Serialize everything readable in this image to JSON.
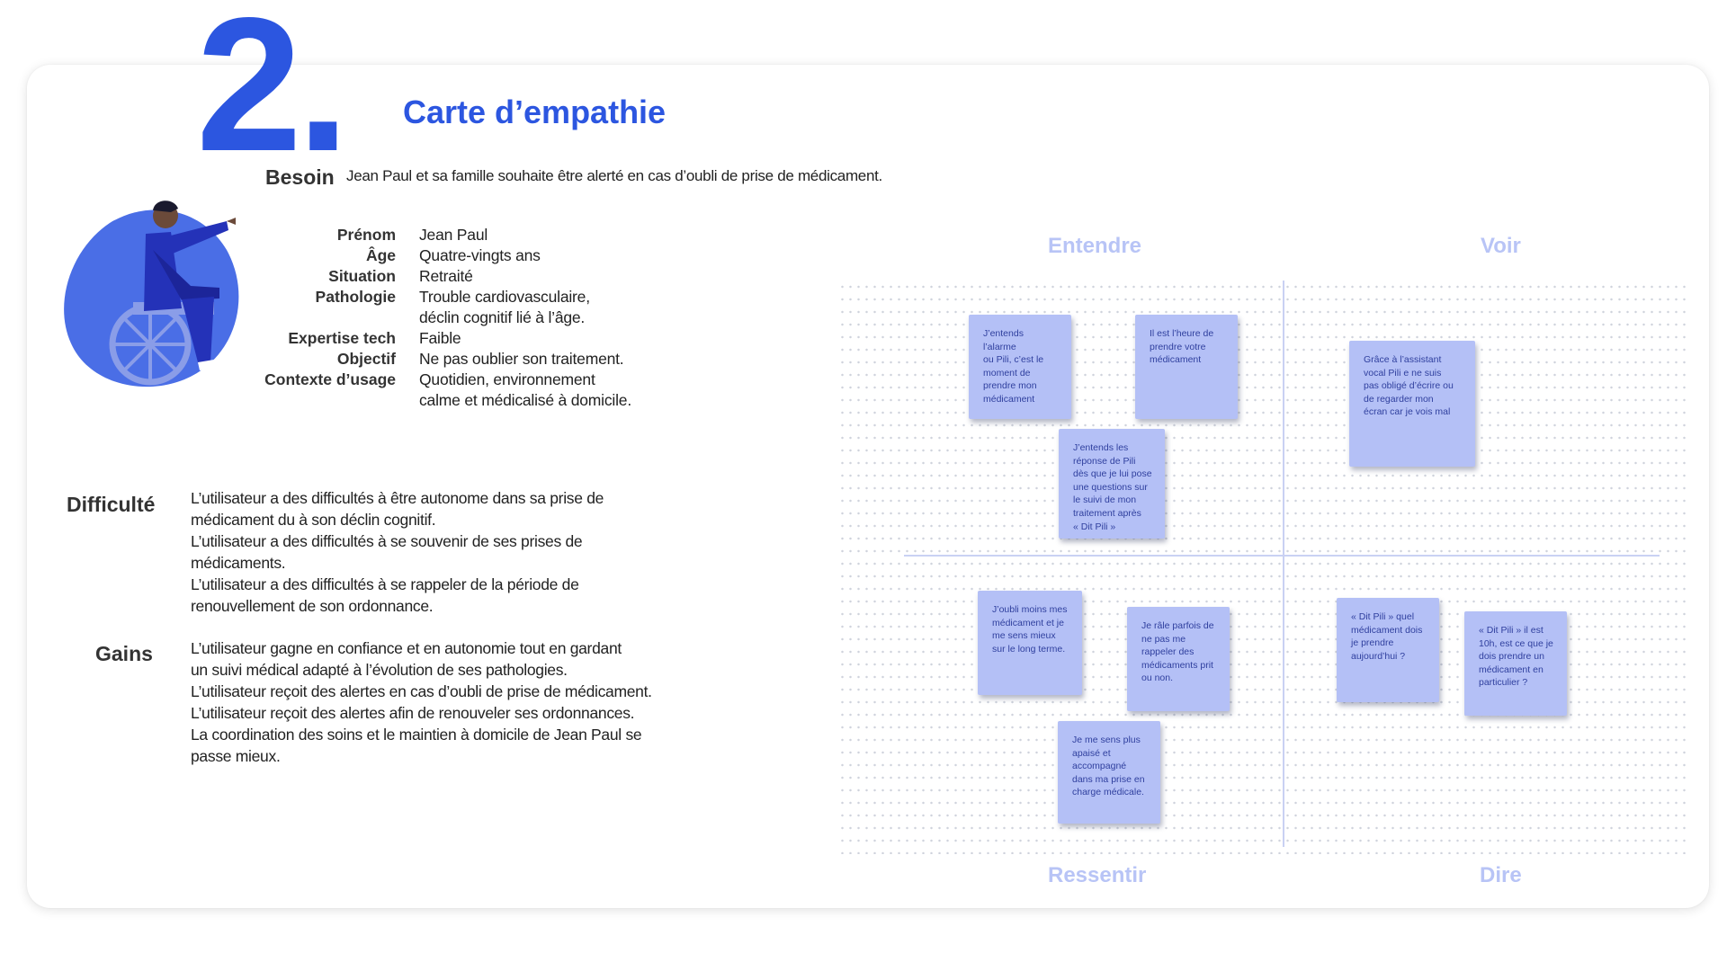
{
  "header": {
    "number": "2.",
    "title": "Carte d’empathie"
  },
  "besoin": {
    "label": "Besoin",
    "text": "Jean Paul et sa famille souhaite être alerté en cas d’oubli de prise de médicament."
  },
  "profile": [
    {
      "key": "Prénom",
      "value": "Jean Paul"
    },
    {
      "key": "Âge",
      "value": "Quatre-vingts ans"
    },
    {
      "key": "Situation",
      "value": "Retraité"
    },
    {
      "key": "Pathologie",
      "value": "Trouble cardiovasculaire,"
    },
    {
      "key": "",
      "value": "déclin cognitif lié à l’âge."
    },
    {
      "key": "Expertise tech",
      "value": "Faible"
    },
    {
      "key": "Objectif",
      "value": "Ne pas oublier son traitement."
    },
    {
      "key": "Contexte d’usage",
      "value": "Quotidien, environnement"
    },
    {
      "key": "",
      "value": "calme et médicalisé à domicile."
    }
  ],
  "difficulte": {
    "label": "Difficulté",
    "lines": [
      "L’utilisateur a des difficultés à être autonome dans sa prise de",
      "médicament du à  son déclin cognitif.",
      "L’utilisateur a des difficultés à se souvenir de ses prises de",
      "médicaments.",
      "L’utilisateur a des difficultés à se rappeler de la période de",
      "renouvellement de  son ordonnance."
    ]
  },
  "gains": {
    "label": "Gains",
    "lines": [
      "L’utilisateur gagne en confiance et en autonomie tout en gardant",
      "un suivi médical adapté à l’évolution de ses pathologies.",
      "L’utilisateur reçoit des alertes en cas d’oubli de prise de médicament.",
      "L’utilisateur reçoit  des alertes  afin de renouveler ses ordonnances.",
      "La coordination des soins et le maintien à domicile de Jean Paul se",
      "passe mieux."
    ]
  },
  "empathy_map": {
    "quadrants": {
      "entendre": "Entendre",
      "voir": "Voir",
      "ressentir": "Ressentir",
      "dire": "Dire"
    },
    "notes": [
      [
        "J’entends l’alarme",
        "ou Pili, c’est le",
        "moment de",
        "prendre mon",
        "médicament"
      ],
      [
        "Il est l’heure de",
        "prendre votre",
        "médicament"
      ],
      [
        "J’entends les",
        "réponse de Pili",
        "dès que je lui pose",
        "une questions sur",
        "le suivi de mon",
        "traitement après",
        "« Dit Pili »"
      ],
      [
        "Grâce à l’assistant",
        "vocal Pili e ne suis",
        "pas obligé d’écrire ou",
        "de regarder mon",
        "écran car je vois mal"
      ],
      [
        "J’oubli moins mes",
        "médicament et je",
        "me sens mieux",
        "sur le long terme."
      ],
      [
        "Je râle parfois de",
        "ne pas me",
        "rappeler des",
        "médicaments prit",
        "ou non."
      ],
      [
        "Je me sens plus",
        "apaisé et",
        "accompagné",
        "dans ma prise en",
        "charge médicale."
      ],
      [
        "« Dit Pili » quel",
        "médicament dois",
        "je prendre",
        "aujourd’hui ?"
      ],
      [
        "« Dit Pili » il est",
        "10h, est ce que je",
        "dois prendre un",
        "médicament en",
        "particulier ?"
      ]
    ]
  },
  "colors": {
    "accent": "#2c56e0",
    "sticky": "#b4c0f6",
    "quadrant_label": "#b8c4f6"
  }
}
